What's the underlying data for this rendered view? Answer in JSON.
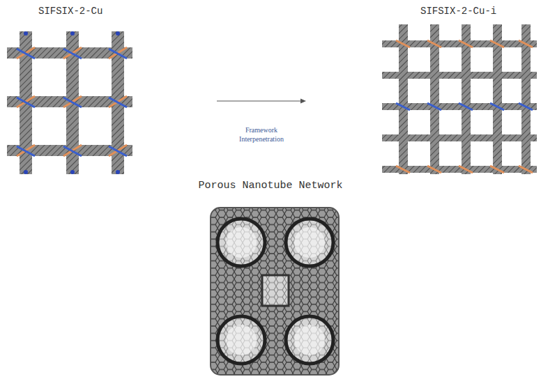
{
  "diagram": {
    "nodes": [
      {
        "text": [
          "SIFSIX-2-Cu"
        ]
      },
      {
        "text": [
          "SIFSIX-2-Cu-i"
        ]
      },
      {
        "text": [
          "Porous Nanotube Network"
        ]
      }
    ],
    "edges": [
      {
        "from": 0,
        "to": 1,
        "arrow": "to",
        "label": "Framework Interpenetration"
      }
    ]
  }
}
